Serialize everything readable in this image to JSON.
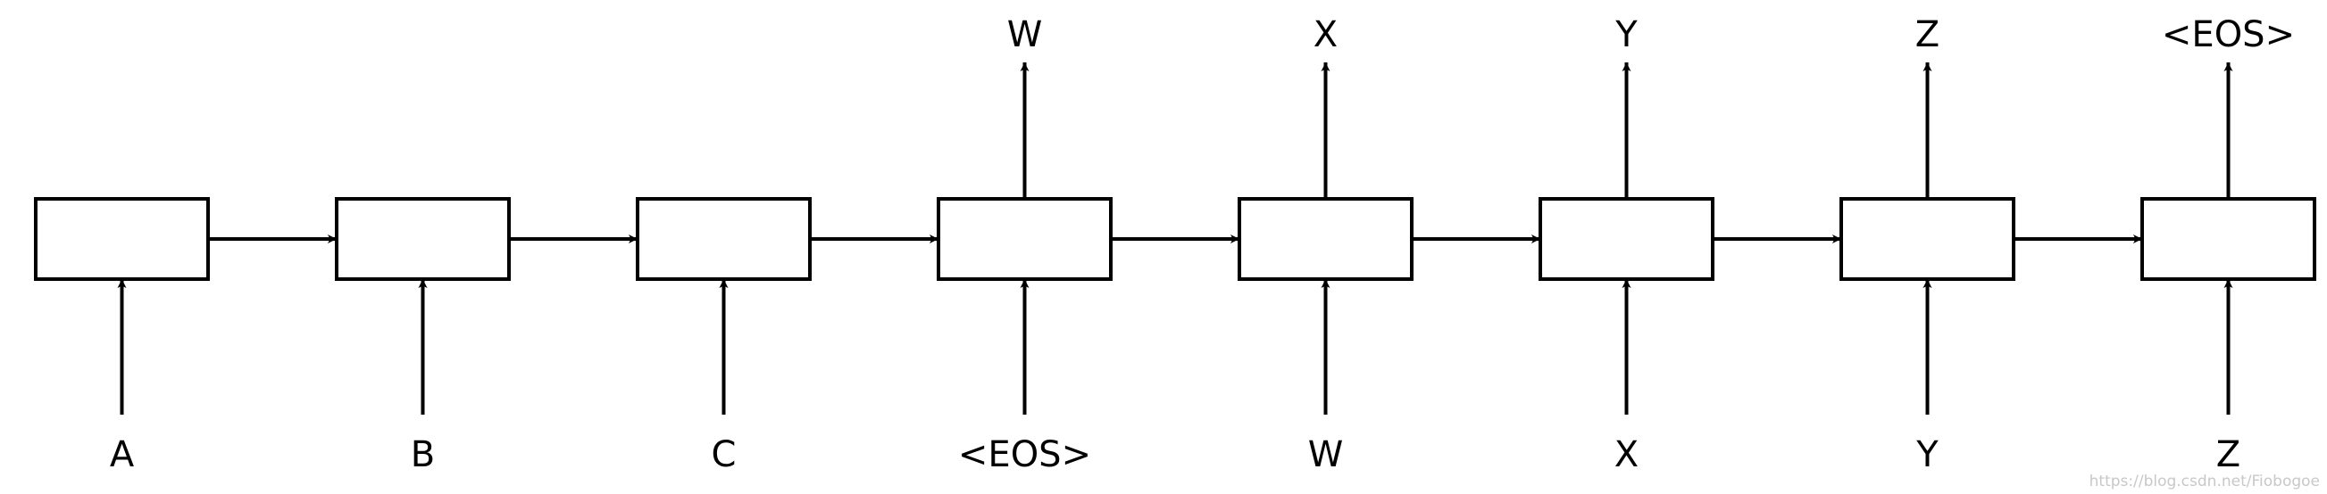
{
  "diagram": {
    "cells": [
      {
        "input": "A",
        "output": ""
      },
      {
        "input": "B",
        "output": ""
      },
      {
        "input": "C",
        "output": ""
      },
      {
        "input": "<EOS>",
        "output": "W"
      },
      {
        "input": "W",
        "output": "X"
      },
      {
        "input": "X",
        "output": "Y"
      },
      {
        "input": "Y",
        "output": "Z"
      },
      {
        "input": "Z",
        "output": "<EOS>"
      }
    ],
    "watermark": "https://blog.csdn.net/Fiobogoe",
    "stroke_color": "#000000",
    "background_color": "#ffffff"
  }
}
